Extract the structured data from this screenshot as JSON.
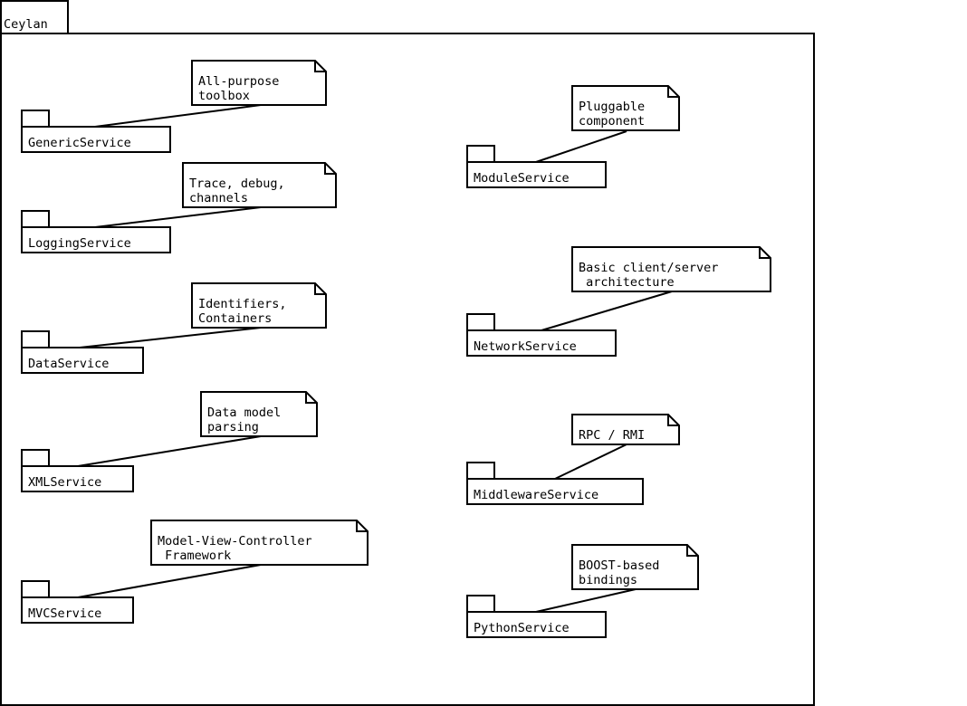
{
  "package": {
    "name": "Ceylan"
  },
  "services": [
    {
      "name": "GenericService",
      "note": [
        "All-purpose",
        "toolbox"
      ]
    },
    {
      "name": "LoggingService",
      "note": [
        "Trace, debug,",
        "channels"
      ]
    },
    {
      "name": "DataService",
      "note": [
        "Identifiers,",
        "Containers"
      ]
    },
    {
      "name": "XMLService",
      "note": [
        "Data model",
        "parsing"
      ]
    },
    {
      "name": "MVCService",
      "note": [
        "Model-View-Controller",
        " Framework"
      ]
    },
    {
      "name": "ModuleService",
      "note": [
        "Pluggable",
        "component"
      ]
    },
    {
      "name": "NetworkService",
      "note": [
        "Basic client/server",
        " architecture"
      ]
    },
    {
      "name": "MiddlewareService",
      "note": [
        "RPC / RMI"
      ]
    },
    {
      "name": "PythonService",
      "note": [
        "BOOST-based",
        "bindings"
      ]
    }
  ]
}
